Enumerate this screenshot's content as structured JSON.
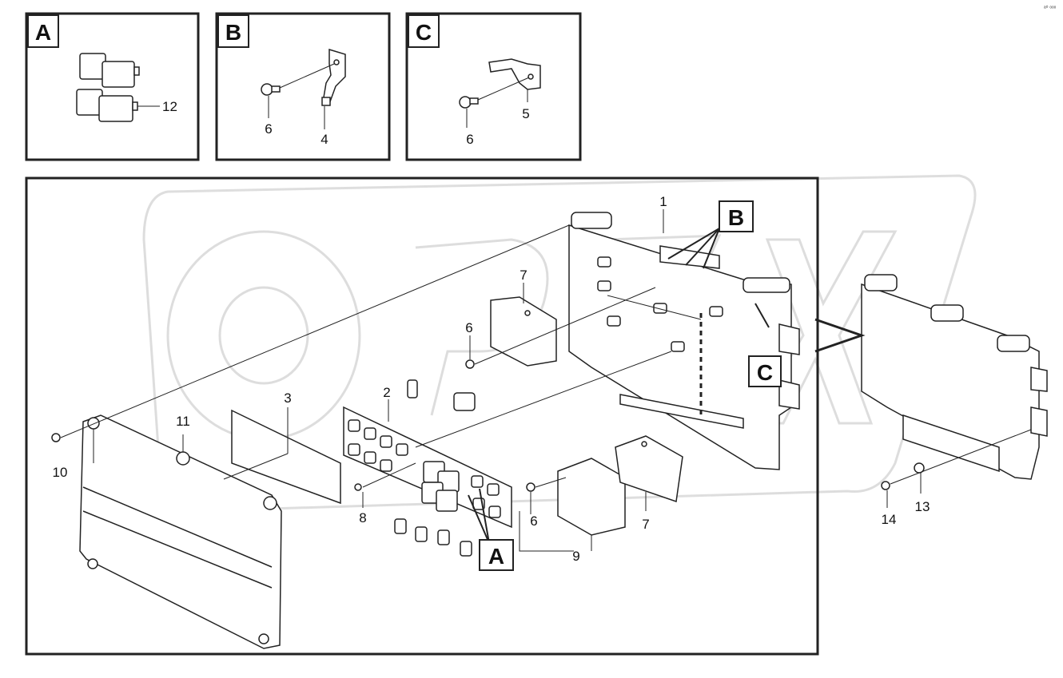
{
  "panels": {
    "a": {
      "label": "A",
      "callouts": {
        "relay": "12"
      }
    },
    "b": {
      "label": "B",
      "callouts": {
        "screw": "6",
        "bracket": "4"
      }
    },
    "c": {
      "label": "C",
      "callouts": {
        "screw": "6",
        "bracket": "5"
      }
    }
  },
  "main": {
    "callout_letters": {
      "b": "B",
      "c": "C",
      "a": "A"
    },
    "callouts": {
      "ecu_box": "1",
      "relay_board": "2",
      "label_plate": "3",
      "cover_screw": "10",
      "cover": "11",
      "board_screw": "8",
      "module_screw_upper": "6",
      "module_upper": "7",
      "module_screw_lower": "6",
      "module_lower": "9",
      "module_plate": "7",
      "ecu_washer": "13",
      "ecu_screw": "14"
    }
  },
  "watermark": "OPEX",
  "corner_mark": "ᵃ⁰ ᵒᵒᵒ"
}
